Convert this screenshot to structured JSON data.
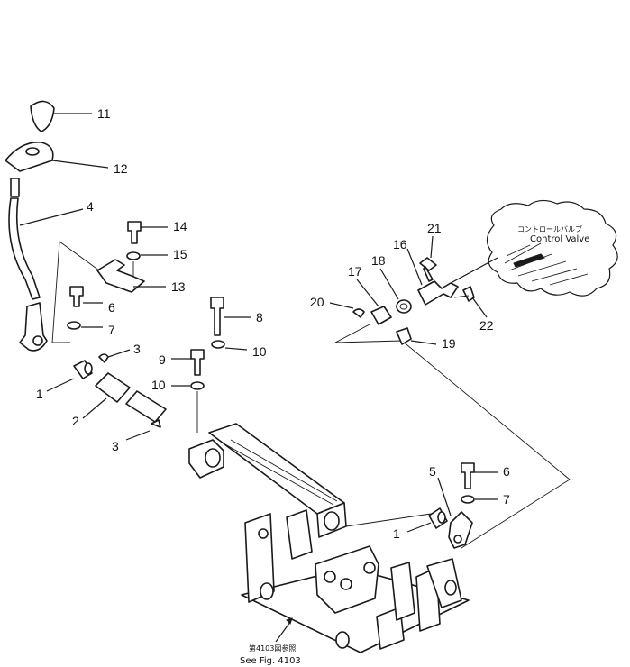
{
  "labels": {
    "p11": "11",
    "p12": "12",
    "p4": "4",
    "p14": "14",
    "p15": "15",
    "p13": "13",
    "p6a": "6",
    "p7a": "7",
    "p3a": "3",
    "p1a": "1",
    "p2": "2",
    "p3b": "3",
    "p8": "8",
    "p9": "9",
    "p10a": "10",
    "p10b": "10",
    "p21": "21",
    "p16": "16",
    "p18": "18",
    "p17": "17",
    "p20": "20",
    "p19": "19",
    "p22": "22",
    "p5": "5",
    "p6b": "6",
    "p7b": "7",
    "p1b": "1"
  },
  "callouts": {
    "control_valve_jp": "コントロールバルブ",
    "control_valve_en": "Control Valve",
    "see_fig_jp": "第4103図参照",
    "see_fig_en": "See Fig. 4103"
  }
}
